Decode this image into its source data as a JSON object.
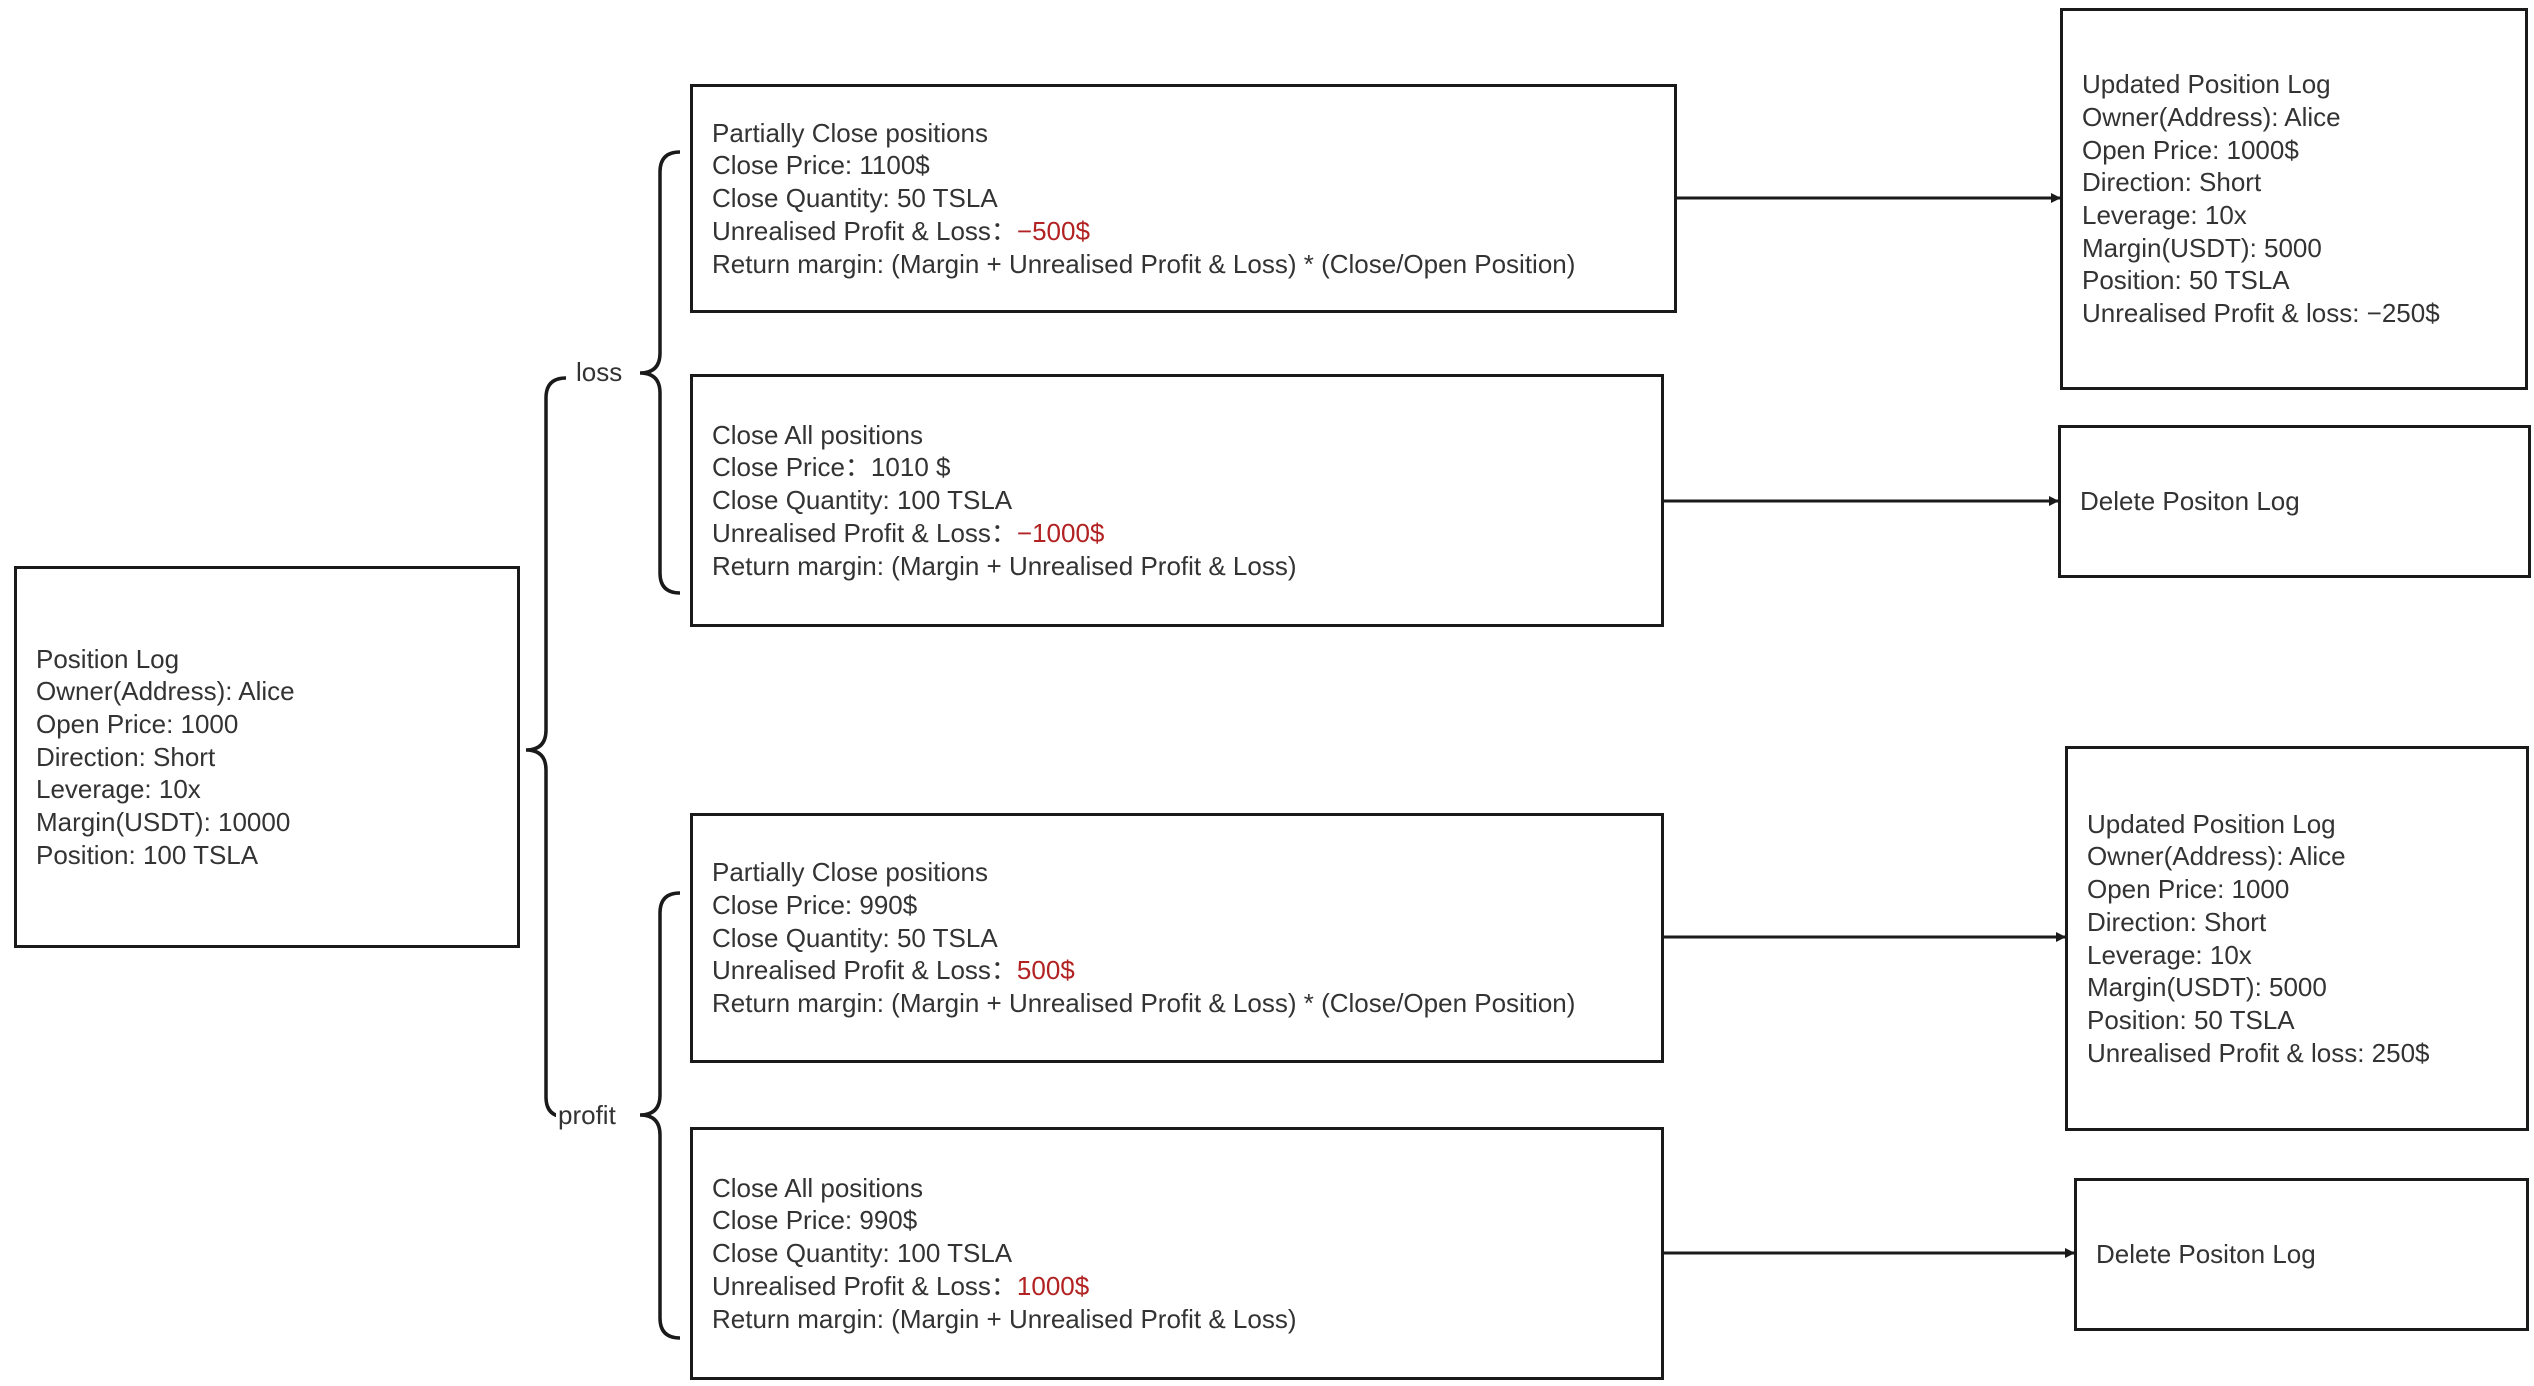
{
  "colors": {
    "stroke": "#1a1a1a",
    "text": "#333333",
    "highlight": "#b22222"
  },
  "branches": {
    "loss": "loss",
    "profit": "profit"
  },
  "position_log": {
    "title": "Position Log",
    "owner": "Owner(Address): Alice",
    "open_price": "Open Price: 1000",
    "direction": "Direction: Short",
    "leverage": "Leverage: 10x",
    "margin": "Margin(USDT): 10000",
    "position": "Position: 100 TSLA"
  },
  "loss_partial": {
    "title": "Partially Close positions",
    "close_price": "Close Price: 1100$",
    "close_quantity": "Close Quantity: 50 TSLA",
    "pnl_label": "Unrealised Profit & Loss：",
    "pnl_value": "−500$",
    "return_margin": "Return margin: (Margin + Unrealised Profit & Loss) * (Close/Open Position)"
  },
  "loss_all": {
    "title": "Close All positions",
    "close_price": "Close Price：1010 $",
    "close_quantity": "Close Quantity:  100 TSLA",
    "pnl_label": "Unrealised Profit & Loss：",
    "pnl_value": "−1000$",
    "return_margin": "Return margin: (Margin + Unrealised Profit & Loss)"
  },
  "profit_partial": {
    "title": "Partially Close positions",
    "close_price": "Close Price: 990$",
    "close_quantity": "Close Quantity:  50 TSLA",
    "pnl_label": "Unrealised Profit & Loss：",
    "pnl_value": "500$",
    "return_margin": "Return margin: (Margin + Unrealised Profit & Loss) * (Close/Open Position)"
  },
  "profit_all": {
    "title": "Close All positions",
    "close_price": "Close Price: 990$",
    "close_quantity": "Close Quantity: 100 TSLA",
    "pnl_label": "Unrealised Profit & Loss：",
    "pnl_value": "1000$",
    "return_margin": "Return margin: (Margin + Unrealised Profit & Loss)"
  },
  "updated_loss": {
    "title": "Updated Position Log",
    "owner": "Owner(Address): Alice",
    "open_price": "Open Price: 1000$",
    "direction": "Direction: Short",
    "leverage": "Leverage: 10x",
    "margin": "Margin(USDT): 5000",
    "position": "Position: 50 TSLA",
    "pnl": "Unrealised Profit & loss: −250$"
  },
  "updated_profit": {
    "title": "Updated Position Log",
    "owner": "Owner(Address): Alice",
    "open_price": "Open Price: 1000",
    "direction": "Direction: Short",
    "leverage": "Leverage: 10x",
    "margin": "Margin(USDT): 5000",
    "position": "Position: 50 TSLA",
    "pnl": "Unrealised Profit & loss: 250$"
  },
  "delete_loss": {
    "text": "Delete Positon Log"
  },
  "delete_profit": {
    "text": "Delete Positon Log"
  }
}
